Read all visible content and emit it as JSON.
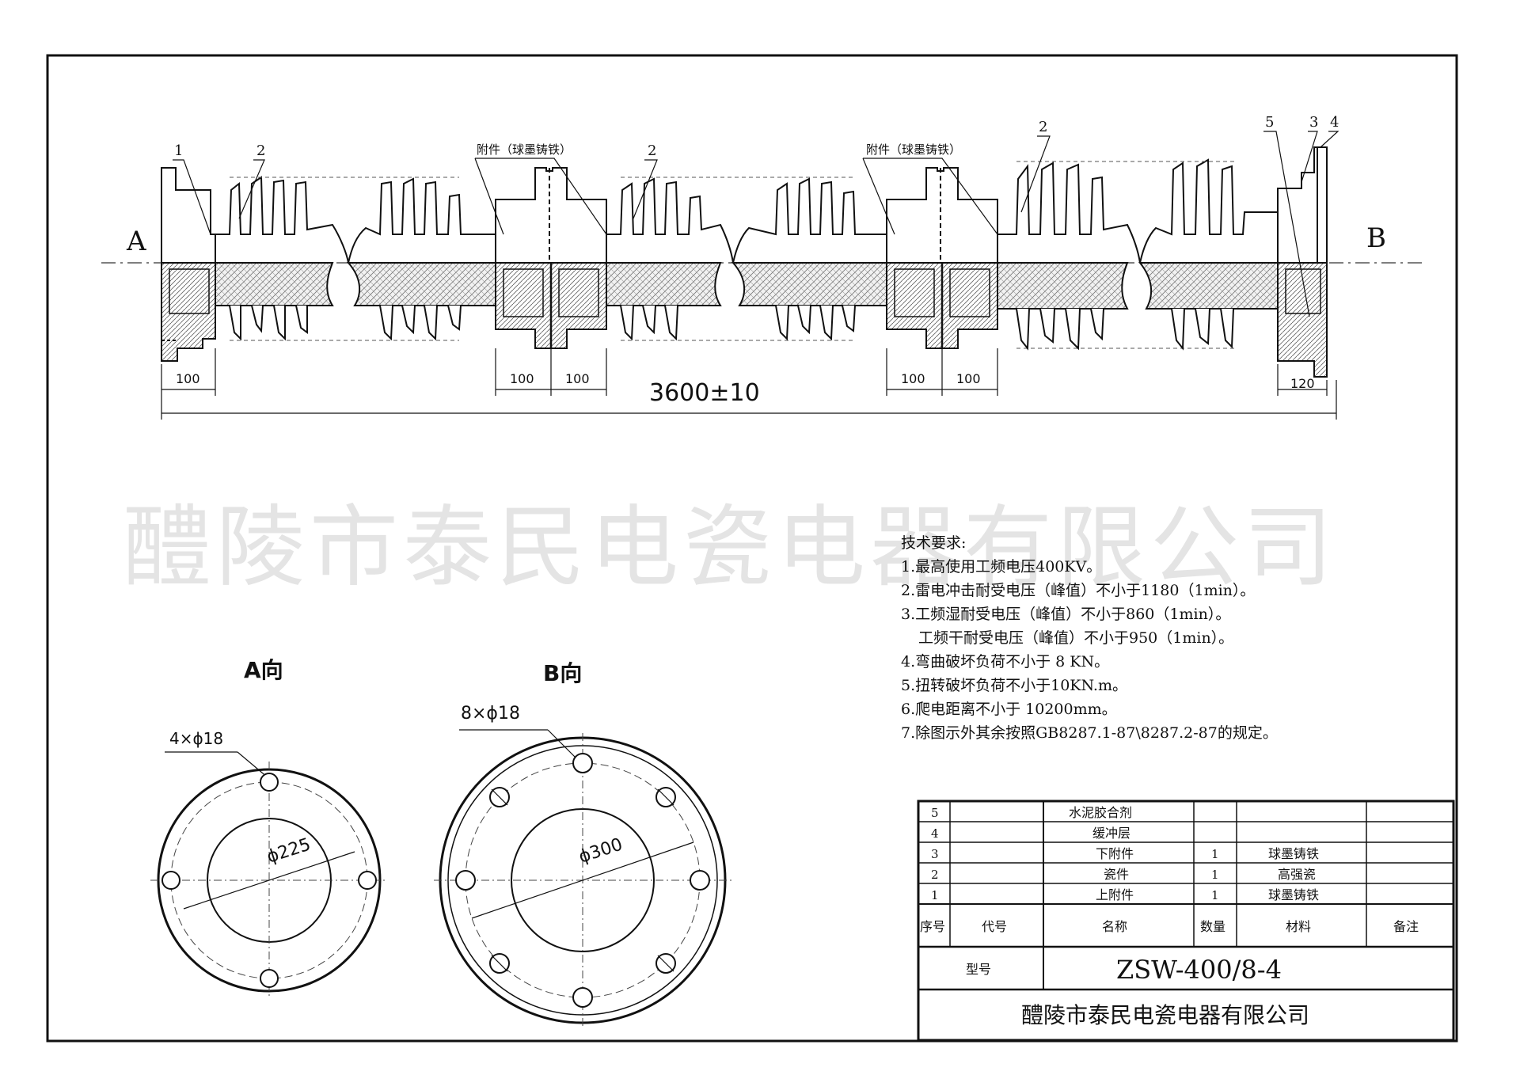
{
  "watermark": "醴陵市泰民电瓷电器有限公司",
  "elevation": {
    "end_a": "A",
    "end_b": "B",
    "leaders": [
      {
        "id": "l1",
        "text": "1"
      },
      {
        "id": "l2a",
        "text": "2"
      },
      {
        "id": "acc1",
        "text": "附件（球墨铸铁）"
      },
      {
        "id": "l2b",
        "text": "2"
      },
      {
        "id": "acc2",
        "text": "附件（球墨铸铁）"
      },
      {
        "id": "l2c",
        "text": "2"
      },
      {
        "id": "l5",
        "text": "5"
      },
      {
        "id": "l3",
        "text": "3"
      },
      {
        "id": "l4",
        "text": "4"
      }
    ],
    "dims": [
      {
        "id": "d1",
        "text": "100"
      },
      {
        "id": "d2",
        "text": "100"
      },
      {
        "id": "d3",
        "text": "100"
      },
      {
        "id": "d4",
        "text": "100"
      },
      {
        "id": "d5",
        "text": "100"
      },
      {
        "id": "d6",
        "text": "120"
      }
    ],
    "overall_length": "3600±10"
  },
  "view_a": {
    "title": "A向",
    "holes_label": "4×ϕ18",
    "diameter_label": "ϕ225"
  },
  "view_b": {
    "title": "B向",
    "holes_label": "8×ϕ18",
    "diameter_label": "ϕ300"
  },
  "tech_requirements": {
    "heading": "技术要求:",
    "items": [
      "1.最高使用工频电压400KV。",
      "2.雷电冲击耐受电压（峰值）不小于1180（1min）。",
      "3.工频湿耐受电压（峰值）不小于860（1min）。",
      "工频干耐受电压（峰值）不小于950（1min）。",
      "4.弯曲破坏负荷不小于 8 KN。",
      "5.扭转破坏负荷不小于10KN.m。",
      "6.爬电距离不小于 10200mm。",
      "7.除图示外其余按照GB8287.1-87\\8287.2-87的规定。"
    ]
  },
  "parts_table": {
    "rows": [
      {
        "no": "5",
        "code": "",
        "name": "水泥胶合剂",
        "qty": "",
        "material": "",
        "note": ""
      },
      {
        "no": "4",
        "code": "",
        "name": "缓冲层",
        "qty": "",
        "material": "",
        "note": ""
      },
      {
        "no": "3",
        "code": "",
        "name": "下附件",
        "qty": "1",
        "material": "球墨铸铁",
        "note": ""
      },
      {
        "no": "2",
        "code": "",
        "name": "瓷件",
        "qty": "1",
        "material": "高强瓷",
        "note": ""
      },
      {
        "no": "1",
        "code": "",
        "name": "上附件",
        "qty": "1",
        "material": "球墨铸铁",
        "note": ""
      }
    ],
    "headers": {
      "no": "序号",
      "code": "代号",
      "name": "名称",
      "qty": "数量",
      "material": "材料",
      "note": "备注"
    },
    "model_label": "型号",
    "model": "ZSW-400/8-4",
    "company": "醴陵市泰民电瓷电器有限公司"
  }
}
